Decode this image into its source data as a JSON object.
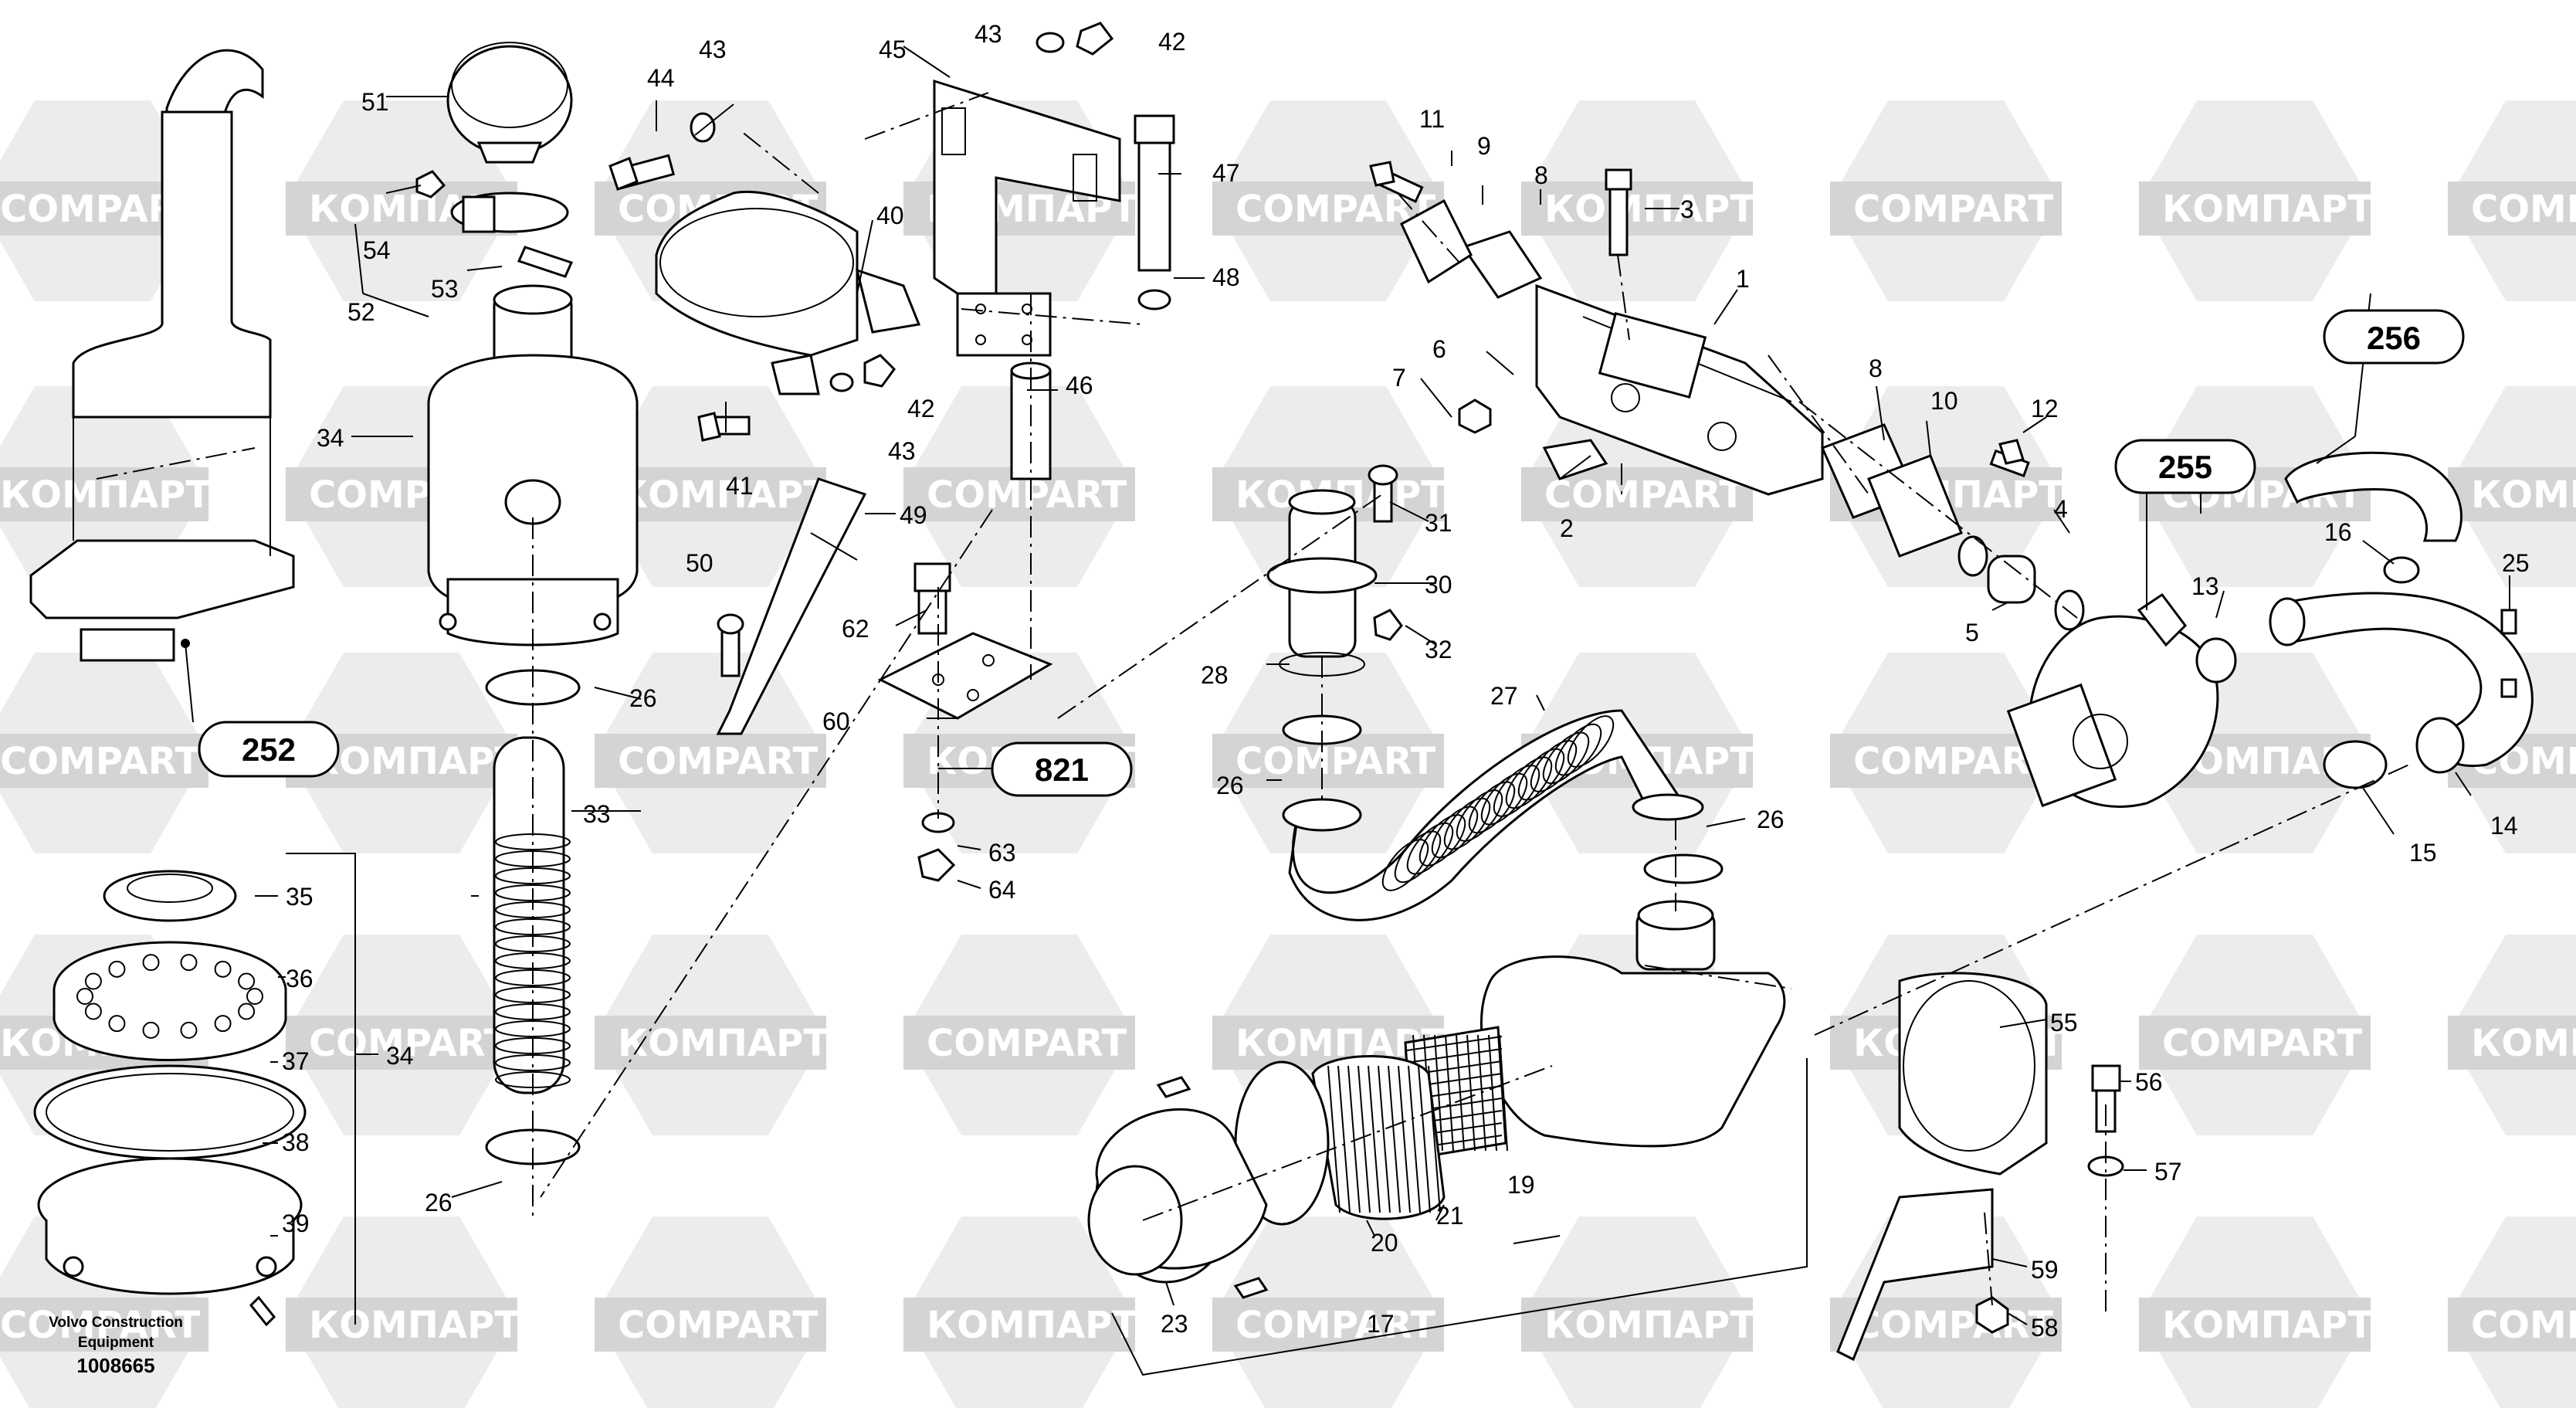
{
  "watermark": {
    "brand_latin": "COMPART",
    "brand_cyrillic": "КОМПАРТ"
  },
  "credits": {
    "manufacturer_line1": "Volvo Construction",
    "manufacturer_line2": "Equipment",
    "drawing_number": "1008665"
  },
  "references": {
    "r252": "252",
    "r821": "821",
    "r255": "255",
    "r256": "256"
  },
  "labels": {
    "n1": "1",
    "n2": "2",
    "n3": "3",
    "n4": "4",
    "n5": "5",
    "n6": "6",
    "n7": "7",
    "n8a": "8",
    "n8b": "8",
    "n9": "9",
    "n10": "10",
    "n11": "11",
    "n12": "12",
    "n13": "13",
    "n14": "14",
    "n15": "15",
    "n16": "16",
    "n17": "17",
    "n19": "19",
    "n20": "20",
    "n21": "21",
    "n23": "23",
    "n25": "25",
    "n26a": "26",
    "n26b": "26",
    "n26c": "26",
    "n26d": "26",
    "n27": "27",
    "n28": "28",
    "n30": "30",
    "n31": "31",
    "n32": "32",
    "n33": "33",
    "n34a": "34",
    "n34b": "34",
    "n35": "35",
    "n36": "36",
    "n37": "37",
    "n38": "38",
    "n39": "39",
    "n40": "40",
    "n41": "41",
    "n42a": "42",
    "n42b": "42",
    "n43a": "43",
    "n43b": "43",
    "n43c": "43",
    "n44": "44",
    "n45": "45",
    "n46": "46",
    "n47": "47",
    "n48": "48",
    "n49": "49",
    "n50": "50",
    "n51": "51",
    "n52": "52",
    "n53": "53",
    "n54": "54",
    "n55": "55",
    "n56": "56",
    "n57": "57",
    "n58": "58",
    "n59": "59",
    "n60": "60",
    "n62": "62",
    "n63": "63",
    "n64": "64"
  }
}
